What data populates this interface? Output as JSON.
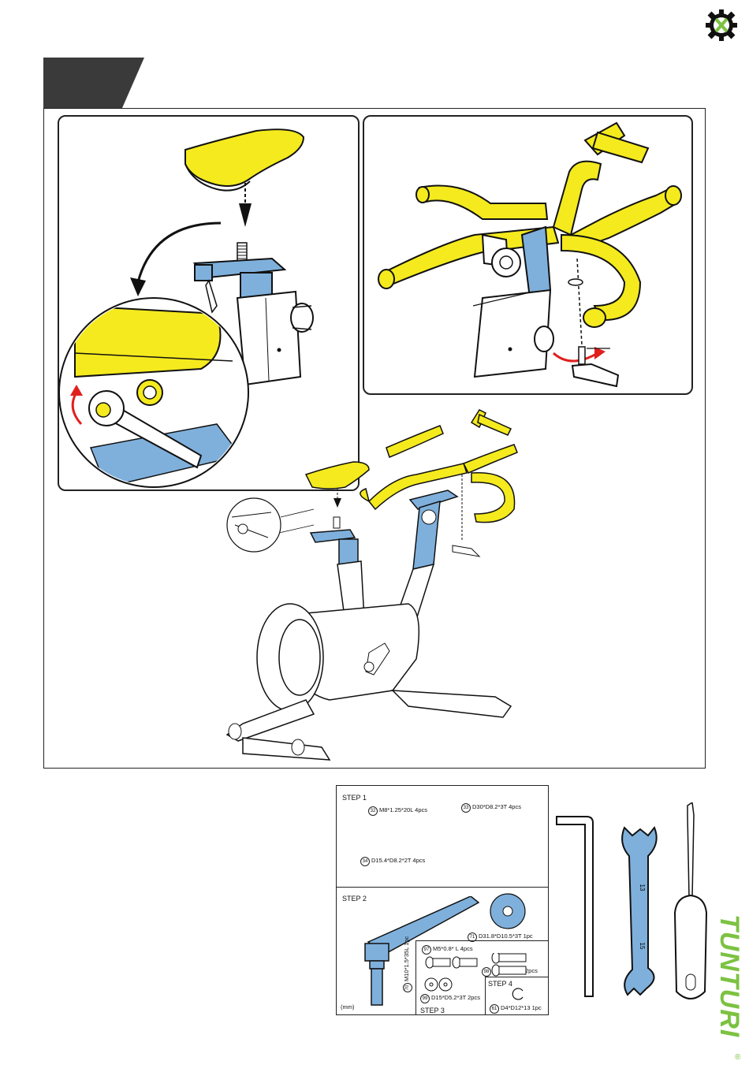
{
  "colors": {
    "yellow": "#f4ea1e",
    "blue": "#7fb0dc",
    "tab": "#3a3a3a",
    "brand": "#7cc242",
    "arrow_red": "#e0201d"
  },
  "logo_icon": "tools-gear-icon",
  "parts": {
    "step1": {
      "title": "STEP  1",
      "items": [
        {
          "no": "32",
          "text": "M8*1.25*20L  4pcs"
        },
        {
          "no": "33",
          "text": "D30*D8.2*3T  4pcs"
        },
        {
          "no": "34",
          "text": "D15.4*D8.2*2T  4pcs"
        }
      ]
    },
    "step2": {
      "title": "STEP  2",
      "items": [
        {
          "no": "71",
          "text": "D31.8*D10.5*3T  1pc"
        },
        {
          "no": "70",
          "text": "M10*1.5*35L  1pc"
        }
      ],
      "unit": "(mm)"
    },
    "step3": {
      "title": "STEP  3",
      "items": [
        {
          "no": "97",
          "text": "M5*0.8*    L  4pcs"
        },
        {
          "no": "98",
          "text": "M5*0.8*30L  2pcs"
        },
        {
          "no": "99",
          "text": "D15*D5.2*3T  2pcs"
        }
      ]
    },
    "step4": {
      "title": "STEP  4",
      "items": [
        {
          "no": "61",
          "text": "D4*D12*13  1pc"
        }
      ]
    }
  },
  "wrench_sizes": [
    "13",
    "15"
  ],
  "brand": {
    "name": "TUNTURI",
    "mark": "®"
  }
}
